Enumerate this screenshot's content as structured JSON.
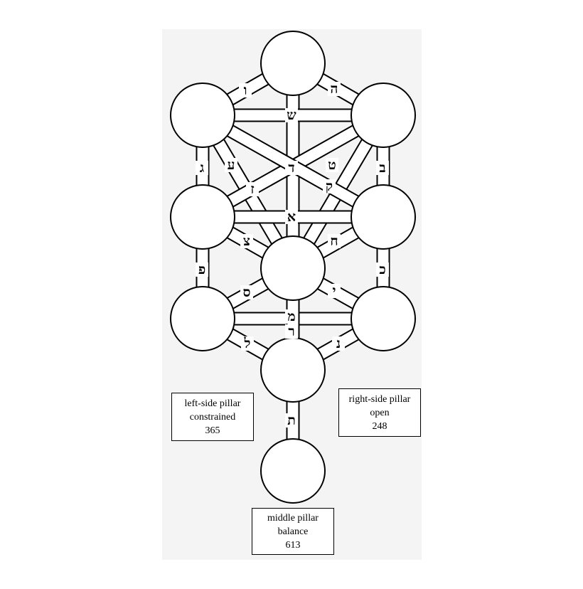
{
  "paths": [
    {
      "id": "keter-chokhmah",
      "letter": "ה"
    },
    {
      "id": "keter-binah",
      "letter": "ו"
    },
    {
      "id": "keter-tiferet",
      "letter": "ד"
    },
    {
      "id": "chokhmah-binah",
      "letter": "ש"
    },
    {
      "id": "chokhmah-chesed",
      "letter": "ב"
    },
    {
      "id": "binah-gevurah",
      "letter": "ג"
    },
    {
      "id": "chokhmah-tiferet",
      "letter": "ט"
    },
    {
      "id": "binah-tiferet",
      "letter": "ע"
    },
    {
      "id": "chokhmah-gevurah",
      "letter": "ק"
    },
    {
      "id": "binah-chesed",
      "letter": "ז"
    },
    {
      "id": "chesed-gevurah",
      "letter": "א"
    },
    {
      "id": "chesed-tiferet",
      "letter": "ח"
    },
    {
      "id": "gevurah-tiferet",
      "letter": "צ"
    },
    {
      "id": "chesed-netzach",
      "letter": "כ"
    },
    {
      "id": "gevurah-hod",
      "letter": "פ"
    },
    {
      "id": "tiferet-netzach",
      "letter": "י"
    },
    {
      "id": "tiferet-hod",
      "letter": "ס"
    },
    {
      "id": "netzach-hod",
      "letter": "מ"
    },
    {
      "id": "tiferet-yesod",
      "letter": "ר"
    },
    {
      "id": "netzach-yesod",
      "letter": "נ"
    },
    {
      "id": "hod-yesod",
      "letter": "ל"
    },
    {
      "id": "yesod-malkhut",
      "letter": "ת"
    }
  ],
  "labels": {
    "left": {
      "line1": "left-side pillar",
      "line2": "constrained",
      "line3": "365"
    },
    "right": {
      "line1": "right-side pillar",
      "line2": "open",
      "line3": "248"
    },
    "middle": {
      "line1": "middle pillar",
      "line2": "balance",
      "line3": "613"
    }
  }
}
